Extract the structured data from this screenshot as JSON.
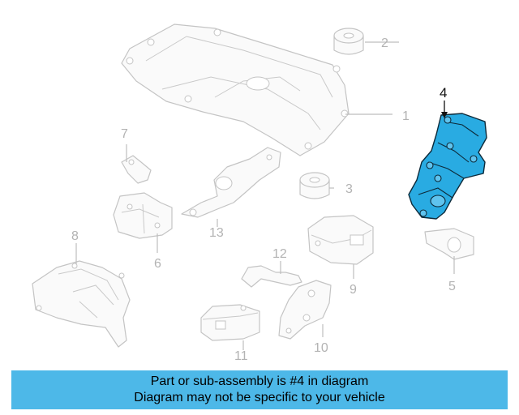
{
  "callouts": {
    "c1": "1",
    "c2": "2",
    "c3": "3",
    "c4": "4",
    "c5": "5",
    "c6": "6",
    "c7": "7",
    "c8": "8",
    "c9": "9",
    "c10": "10",
    "c11": "11",
    "c12": "12",
    "c13": "13"
  },
  "highlight": {
    "part_number": "4",
    "color": "#29abe2"
  },
  "banner": {
    "line1": "Part or sub-assembly is #4 in diagram",
    "line2": "Diagram may not be specific to your vehicle",
    "background": "#4db8e8"
  }
}
